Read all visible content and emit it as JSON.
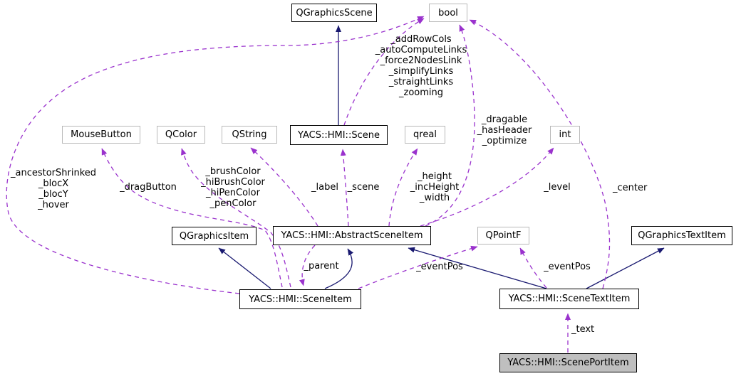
{
  "diagram": {
    "kind": "doxygen-collaboration-graph",
    "focus_class": "YACS::HMI::ScenePortItem",
    "colors": {
      "inheritance_edge": "#191970",
      "usage_edge": "#9a32cd",
      "doc_node_border": "#000000",
      "external_node_border": "#b9b9b9",
      "focus_node_fill": "#bfbfbf"
    },
    "nodes": [
      {
        "id": "QGraphicsScene",
        "label": "QGraphicsScene"
      },
      {
        "id": "bool",
        "label": "bool"
      },
      {
        "id": "MouseButton",
        "label": "MouseButton"
      },
      {
        "id": "QColor",
        "label": "QColor"
      },
      {
        "id": "QString",
        "label": "QString"
      },
      {
        "id": "Scene",
        "label": "YACS::HMI::Scene"
      },
      {
        "id": "qreal",
        "label": "qreal"
      },
      {
        "id": "int",
        "label": "int"
      },
      {
        "id": "QGraphicsItem",
        "label": "QGraphicsItem"
      },
      {
        "id": "AbstractSceneItem",
        "label": "YACS::HMI::AbstractSceneItem"
      },
      {
        "id": "QPointF",
        "label": "QPointF"
      },
      {
        "id": "QGraphicsTextItem",
        "label": "QGraphicsTextItem"
      },
      {
        "id": "SceneItem",
        "label": "YACS::HMI::SceneItem"
      },
      {
        "id": "SceneTextItem",
        "label": "YACS::HMI::SceneTextItem"
      },
      {
        "id": "ScenePortItem",
        "label": "YACS::HMI::ScenePortItem"
      }
    ],
    "edge_labels": [
      {
        "text": "_addRowCols\n_autoComputeLinks\n_force2NodesLink\n_simplifyLinks\n_straightLinks\n_zooming"
      },
      {
        "text": "_dragable\n_hasHeader\n_optimize"
      },
      {
        "text": "_ancestorShrinked\n_blocX\n_blocY\n_hover"
      },
      {
        "text": "_dragButton"
      },
      {
        "text": "_brushColor\n_hiBrushColor\n_hiPenColor\n_penColor"
      },
      {
        "text": "_label"
      },
      {
        "text": "_scene"
      },
      {
        "text": "_height\n_incHeight\n_width"
      },
      {
        "text": "_level"
      },
      {
        "text": "_center"
      },
      {
        "text": "_parent"
      },
      {
        "text": "_eventPos"
      },
      {
        "text": "_eventPos"
      },
      {
        "text": "_text"
      }
    ],
    "edges": [
      {
        "from": "YACS::HMI::Scene",
        "to": "QGraphicsScene",
        "type": "inheritance"
      },
      {
        "from": "YACS::HMI::SceneItem",
        "to": "QGraphicsItem",
        "type": "inheritance"
      },
      {
        "from": "YACS::HMI::SceneItem",
        "to": "YACS::HMI::AbstractSceneItem",
        "type": "inheritance"
      },
      {
        "from": "YACS::HMI::SceneTextItem",
        "to": "YACS::HMI::AbstractSceneItem",
        "type": "inheritance"
      },
      {
        "from": "YACS::HMI::SceneTextItem",
        "to": "QGraphicsTextItem",
        "type": "inheritance"
      },
      {
        "from": "YACS::HMI::Scene",
        "to": "bool",
        "type": "usage",
        "label": "_addRowCols _autoComputeLinks _force2NodesLink _simplifyLinks _straightLinks _zooming"
      },
      {
        "from": "YACS::HMI::SceneItem",
        "to": "bool",
        "type": "usage",
        "label": "_ancestorShrinked _blocX _blocY _hover"
      },
      {
        "from": "YACS::HMI::AbstractSceneItem",
        "to": "bool",
        "type": "usage",
        "label": "_dragable _hasHeader _optimize"
      },
      {
        "from": "YACS::HMI::SceneTextItem",
        "to": "bool",
        "type": "usage",
        "label": "_center"
      },
      {
        "from": "YACS::HMI::SceneItem",
        "to": "MouseButton",
        "type": "usage",
        "label": "_dragButton"
      },
      {
        "from": "YACS::HMI::SceneItem",
        "to": "QColor",
        "type": "usage",
        "label": "_brushColor _hiBrushColor _hiPenColor _penColor"
      },
      {
        "from": "YACS::HMI::AbstractSceneItem",
        "to": "QString",
        "type": "usage",
        "label": "_label"
      },
      {
        "from": "YACS::HMI::AbstractSceneItem",
        "to": "YACS::HMI::Scene",
        "type": "usage",
        "label": "_scene"
      },
      {
        "from": "YACS::HMI::AbstractSceneItem",
        "to": "qreal",
        "type": "usage",
        "label": "_height _incHeight _width"
      },
      {
        "from": "YACS::HMI::AbstractSceneItem",
        "to": "int",
        "type": "usage",
        "label": "_level"
      },
      {
        "from": "YACS::HMI::AbstractSceneItem",
        "to": "YACS::HMI::SceneItem",
        "type": "usage",
        "label": "_parent"
      },
      {
        "from": "YACS::HMI::SceneItem",
        "to": "QPointF",
        "type": "usage",
        "label": "_eventPos"
      },
      {
        "from": "YACS::HMI::SceneTextItem",
        "to": "QPointF",
        "type": "usage",
        "label": "_eventPos"
      },
      {
        "from": "YACS::HMI::ScenePortItem",
        "to": "YACS::HMI::SceneTextItem",
        "type": "usage",
        "label": "_text"
      }
    ]
  }
}
